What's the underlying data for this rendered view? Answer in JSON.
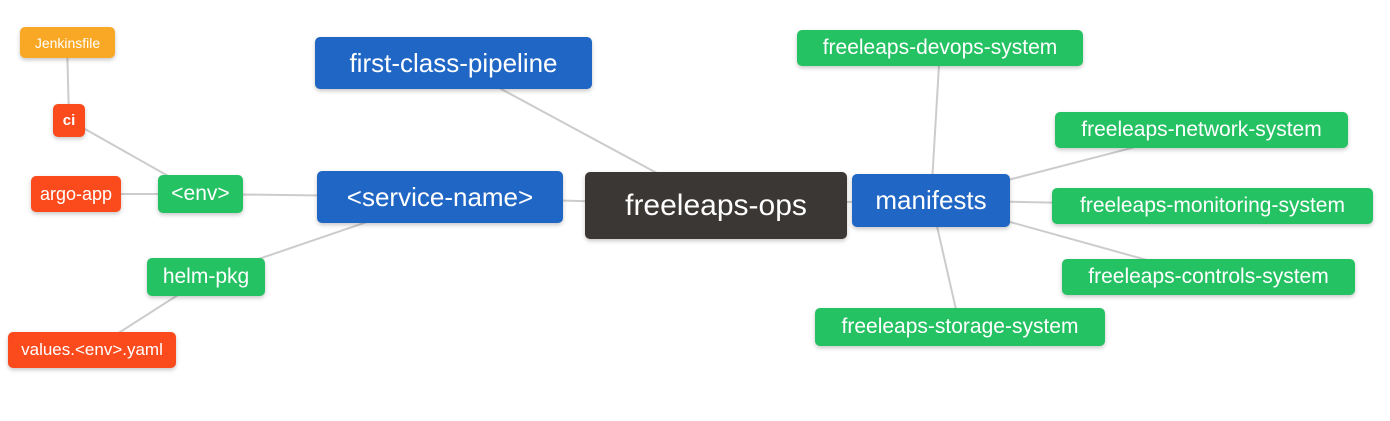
{
  "diagram": {
    "type": "mindmap",
    "root_label": "freeleaps-ops"
  },
  "colors": {
    "blue": "#2066c4",
    "green": "#25c263",
    "red": "#fb4b1d",
    "orange": "#f9a825",
    "dark": "#3b3735",
    "edge": "#cccccc",
    "text": "#ffffff"
  },
  "nodes": {
    "root": {
      "label": "freeleaps-ops",
      "color": "dark"
    },
    "first_class": {
      "label": "first-class-pipeline",
      "color": "blue"
    },
    "service_name": {
      "label": "<service-name>",
      "color": "blue"
    },
    "manifests": {
      "label": "manifests",
      "color": "blue"
    },
    "env": {
      "label": "<env>",
      "color": "green"
    },
    "helm_pkg": {
      "label": "helm-pkg",
      "color": "green"
    },
    "ci": {
      "label": "ci",
      "color": "red"
    },
    "argo_app": {
      "label": "argo-app",
      "color": "red"
    },
    "jenkinsfile": {
      "label": "Jenkinsfile",
      "color": "orange"
    },
    "values_env_yaml": {
      "label": "values.<env>.yaml",
      "color": "red"
    },
    "devops_system": {
      "label": "freeleaps-devops-system",
      "color": "green"
    },
    "network_system": {
      "label": "freeleaps-network-system",
      "color": "green"
    },
    "monitoring_system": {
      "label": "freeleaps-monitoring-system",
      "color": "green"
    },
    "controls_system": {
      "label": "freeleaps-controls-system",
      "color": "green"
    },
    "storage_system": {
      "label": "freeleaps-storage-system",
      "color": "green"
    }
  },
  "edges": [
    [
      "jenkinsfile",
      "ci"
    ],
    [
      "ci",
      "env"
    ],
    [
      "argo_app",
      "env"
    ],
    [
      "env",
      "service_name"
    ],
    [
      "helm_pkg",
      "service_name"
    ],
    [
      "values_env_yaml",
      "helm_pkg"
    ],
    [
      "first_class",
      "root"
    ],
    [
      "service_name",
      "root"
    ],
    [
      "root",
      "manifests"
    ],
    [
      "manifests",
      "devops_system"
    ],
    [
      "manifests",
      "network_system"
    ],
    [
      "manifests",
      "monitoring_system"
    ],
    [
      "manifests",
      "controls_system"
    ],
    [
      "manifests",
      "storage_system"
    ]
  ]
}
